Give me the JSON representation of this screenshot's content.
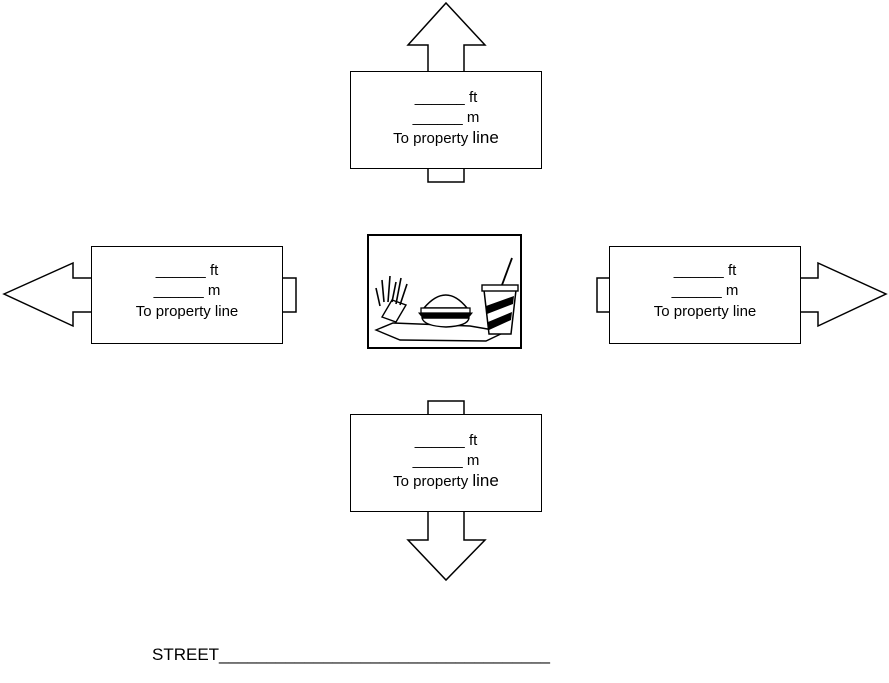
{
  "boxes": {
    "top": {
      "ft_line": "______ ft",
      "m_line": "______ m",
      "prop_prefix": "To property ",
      "prop_word": "line"
    },
    "left": {
      "ft_line": "______ ft",
      "m_line": "______ m",
      "prop_prefix": "To property line",
      "prop_word": ""
    },
    "right": {
      "ft_line": "______ ft",
      "m_line": "______ m",
      "prop_prefix": "To property line",
      "prop_word": ""
    },
    "bottom": {
      "ft_line": "______ ft",
      "m_line": "______ m",
      "prop_prefix": "To property ",
      "prop_word": "line"
    }
  },
  "center_image": {
    "icon": "fast-food-meal-icon",
    "colors": {
      "stroke": "#000000",
      "fill": "#ffffff"
    }
  },
  "street": {
    "label": "STREET___________________________________"
  }
}
